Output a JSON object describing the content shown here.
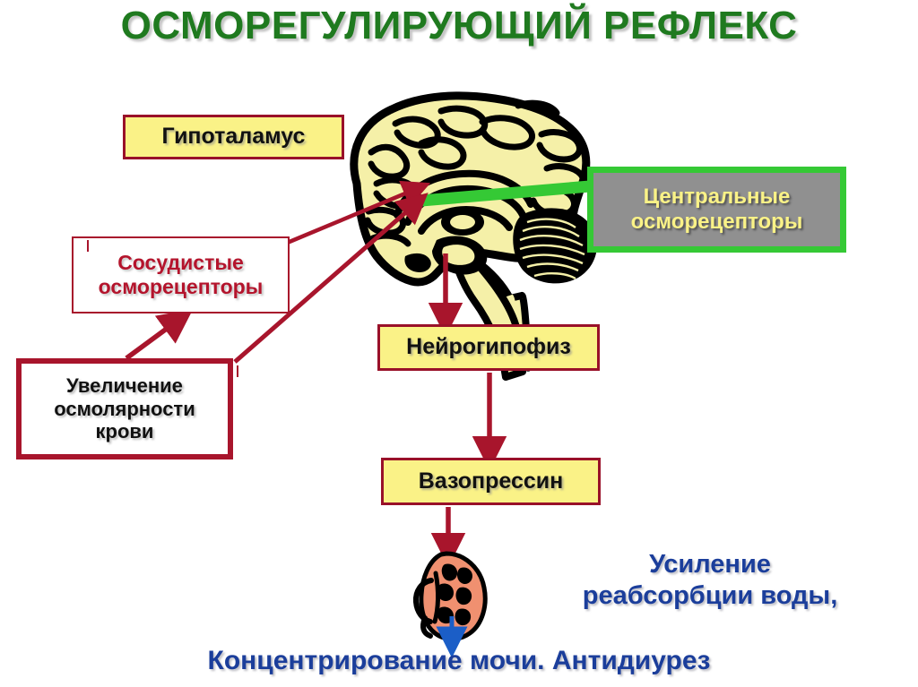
{
  "slide": {
    "title": "ОСМОРЕГУЛИРУЮЩИЙ РЕФЛЕКС",
    "title_color": "#1f7a1f",
    "background_color": "#ffffff"
  },
  "boxes": {
    "hypothalamus": {
      "label": "Гипоталамус",
      "fill": "#faf287",
      "border": "#991129",
      "text_color": "#111111"
    },
    "central_osmoreceptors": {
      "label": "Центральные осморецепторы",
      "line1": "Центральные",
      "line2": "осморецепторы",
      "fill": "#909090",
      "border": "#35c935",
      "text_color": "#faf287"
    },
    "vascular_osmoreceptors": {
      "label": "Сосудистые осморецепторы",
      "line1": "Сосудистые",
      "line2": "осморецепторы",
      "fill": "#ffffff",
      "border": "#a8152c",
      "text_color": "#b4142c"
    },
    "blood_osmolarity": {
      "label": "Увеличение осмолярности крови",
      "line1": "Увеличение",
      "line2": "осмолярности",
      "line3": "крови",
      "fill": "#ffffff",
      "border": "#a8152c",
      "text_color": "#111111"
    },
    "neurohypophysis": {
      "label": "Нейрогипофиз",
      "fill": "#faf287",
      "border": "#991129",
      "text_color": "#111111"
    },
    "vasopressin": {
      "label": "Вазопрессин",
      "fill": "#faf287",
      "border": "#991129",
      "text_color": "#111111"
    }
  },
  "captions": {
    "reabsorption_line1": "Усиление",
    "reabsorption_line2": "реабсорбции воды,",
    "concentration": "Концентрирование мочи. Антидиурез",
    "color": "#1b3e9b"
  },
  "illustrations": {
    "brain": {
      "name": "brain-sagittal-illustration",
      "fill": "#f5f0a8",
      "outline": "#000000"
    },
    "kidney": {
      "name": "kidney-illustration",
      "fill": "#f09070",
      "outline": "#000000"
    }
  },
  "connectors": {
    "arrow_color": "#a8152c",
    "green_line_color": "#35c935",
    "blue_arrow_color": "#1b5ec7",
    "items": [
      {
        "name": "osmolarity-to-vascular",
        "from": "blood_osmolarity",
        "to": "vascular_osmoreceptors",
        "style": "arrow"
      },
      {
        "name": "vascular-to-hypothalamus",
        "from": "vascular_osmoreceptors",
        "to": "hypothalamus",
        "style": "arrow"
      },
      {
        "name": "osmolarity-to-hypothalamus",
        "from": "blood_osmolarity",
        "to": "hypothalamus",
        "style": "arrow"
      },
      {
        "name": "central-osmoreceptors-to-brain",
        "from": "central_osmoreceptors",
        "to": "brain",
        "style": "line"
      },
      {
        "name": "brain-to-neurohypophysis",
        "from": "brain",
        "to": "neurohypophysis",
        "style": "arrow"
      },
      {
        "name": "neurohypophysis-to-vasopressin",
        "from": "neurohypophysis",
        "to": "vasopressin",
        "style": "arrow"
      },
      {
        "name": "vasopressin-to-kidney",
        "from": "vasopressin",
        "to": "kidney",
        "style": "arrow"
      },
      {
        "name": "kidney-urine-output",
        "from": "kidney",
        "to": "urine",
        "style": "arrow-blue"
      }
    ]
  }
}
